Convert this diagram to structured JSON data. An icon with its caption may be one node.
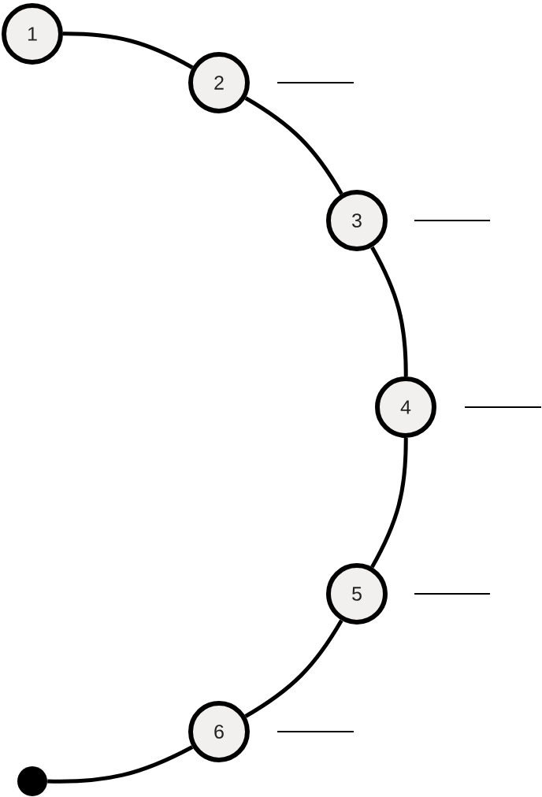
{
  "diagram": {
    "nodes": [
      {
        "text": [
          "1"
        ]
      },
      {
        "text": [
          "2"
        ]
      },
      {
        "text": [
          "3"
        ]
      },
      {
        "text": [
          "4"
        ]
      },
      {
        "text": [
          "5"
        ]
      },
      {
        "text": [
          "6"
        ]
      },
      {
        "text": [],
        "shape": "circle"
      }
    ],
    "edges": [
      {
        "from": 0,
        "to": 1,
        "arrow": "none"
      },
      {
        "from": 1,
        "to": 2,
        "arrow": "none"
      },
      {
        "from": 2,
        "to": 3,
        "arrow": "none"
      },
      {
        "from": 3,
        "to": 4,
        "arrow": "none"
      },
      {
        "from": 4,
        "to": 5,
        "arrow": "none"
      },
      {
        "from": 5,
        "to": 6,
        "arrow": "none"
      }
    ]
  }
}
